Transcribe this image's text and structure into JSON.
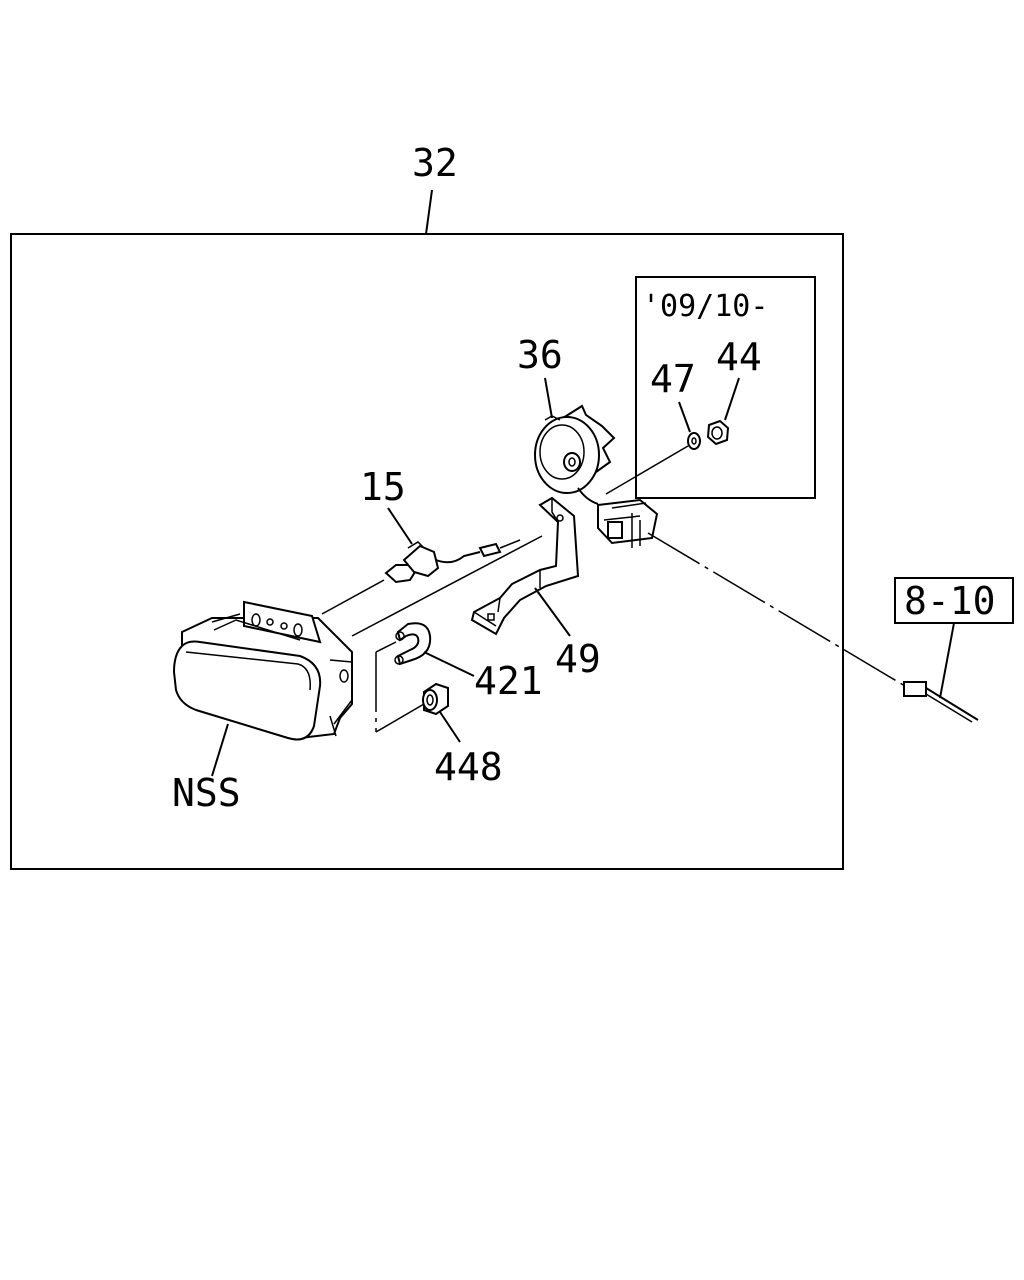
{
  "callouts": {
    "assembly": "32",
    "bulb": "15",
    "socket_cover": "36",
    "washer": "47",
    "nut": "44",
    "clip": "421",
    "bracket": "49",
    "grommet": "448",
    "lamp": "NSS"
  },
  "inset": {
    "date_label": "'09/10-"
  },
  "reference": {
    "label": "8-10"
  }
}
